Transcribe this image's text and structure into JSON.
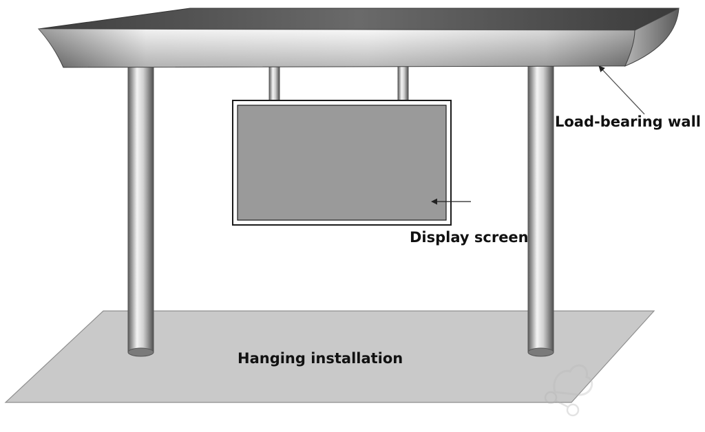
{
  "labels": {
    "load_bearing_wall": "Load-bearing wall",
    "display_screen": "Display screen",
    "hanging_installation": "Hanging installation"
  },
  "colors": {
    "floor": "#c9c9c9",
    "floor_edge": "#8f8f8f",
    "screen_face": "#9a9a9a",
    "screen_frame": "#1a1a1a",
    "roof_dark": "#4a4a4a",
    "roof_light": "#f2f2f2",
    "pillar_dark": "#5c5c5c",
    "pillar_light": "#f4f4f4",
    "label_text": "#111111"
  },
  "icons": {
    "watermark": "watermark-logo-icon"
  }
}
